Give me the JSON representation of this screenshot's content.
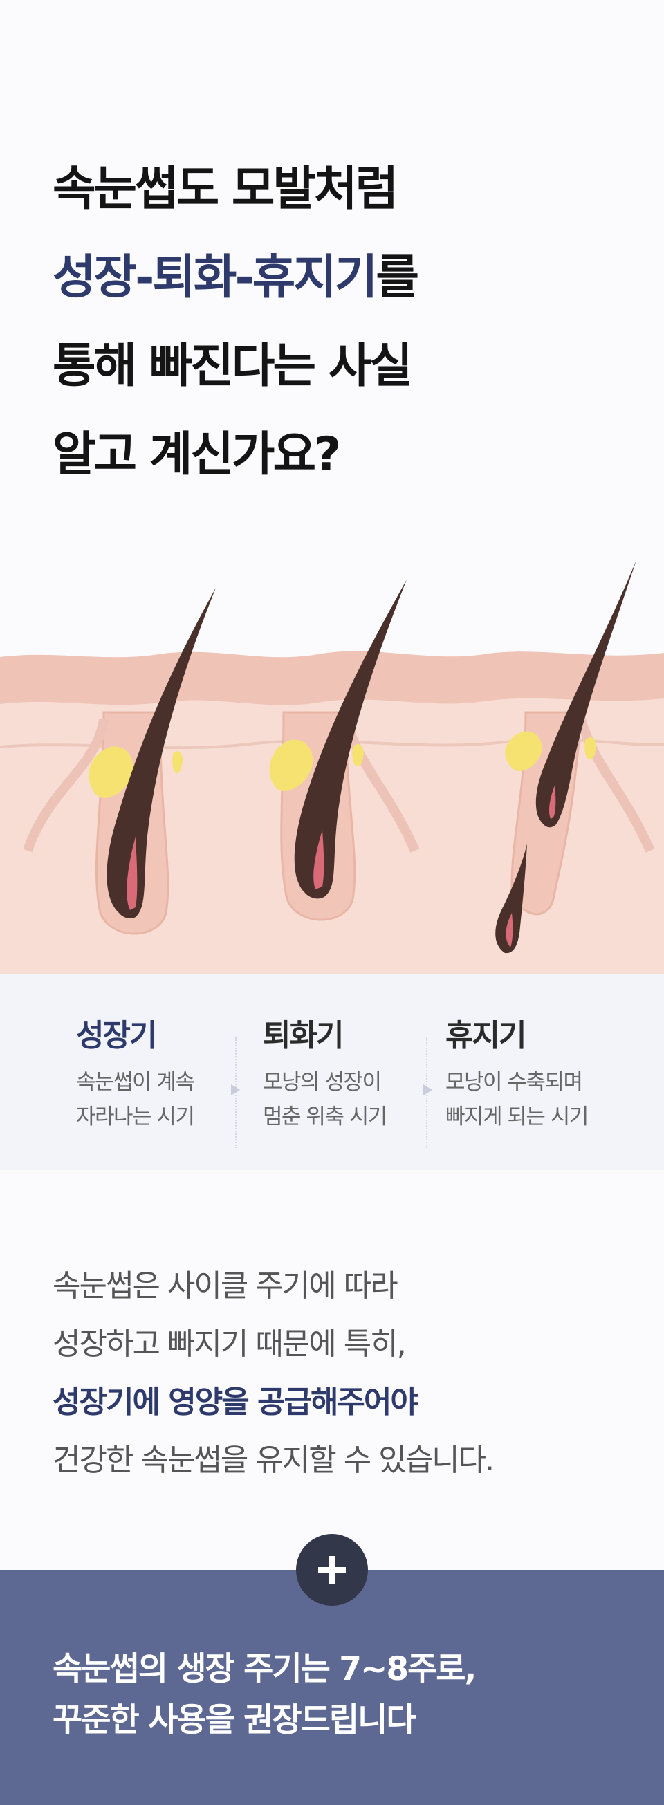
{
  "headline": {
    "line1": "속눈썹도 모발처럼",
    "line2_accent": "성장-퇴화-휴지기",
    "line2_rest": "를",
    "line3": "통해 빠진다는 사실",
    "line4": "알고 계신가요?"
  },
  "illustration": {
    "skin_color": "#f6d8cf",
    "hair_color": "#4a302b",
    "gland_color": "#f5e270"
  },
  "stages": [
    {
      "name": "성장기",
      "desc1": "속눈썹이 계속",
      "desc2": "자라나는 시기"
    },
    {
      "name": "퇴화기",
      "desc1": "모낭의 성장이",
      "desc2": "멈춘 위축 시기"
    },
    {
      "name": "휴지기",
      "desc1": "모낭이 수축되며",
      "desc2": "빠지게 되는 시기"
    }
  ],
  "body": {
    "line1": "속눈썹은 사이클 주기에 따라",
    "line2": "성장하고 빠지기 때문에 특히,",
    "line3": "성장기에 영양을 공급해주어야",
    "line4": "건강한 속눈썹을 유지할 수 있습니다."
  },
  "footer": {
    "line1": "속눈썹의 생장 주기는 7~8주로,",
    "line2": "꾸준한 사용을 권장드립니다"
  },
  "colors": {
    "accent": "#2d3a6b",
    "footer_bg": "#5d6893",
    "stage_bg": "#f2f4fa"
  }
}
